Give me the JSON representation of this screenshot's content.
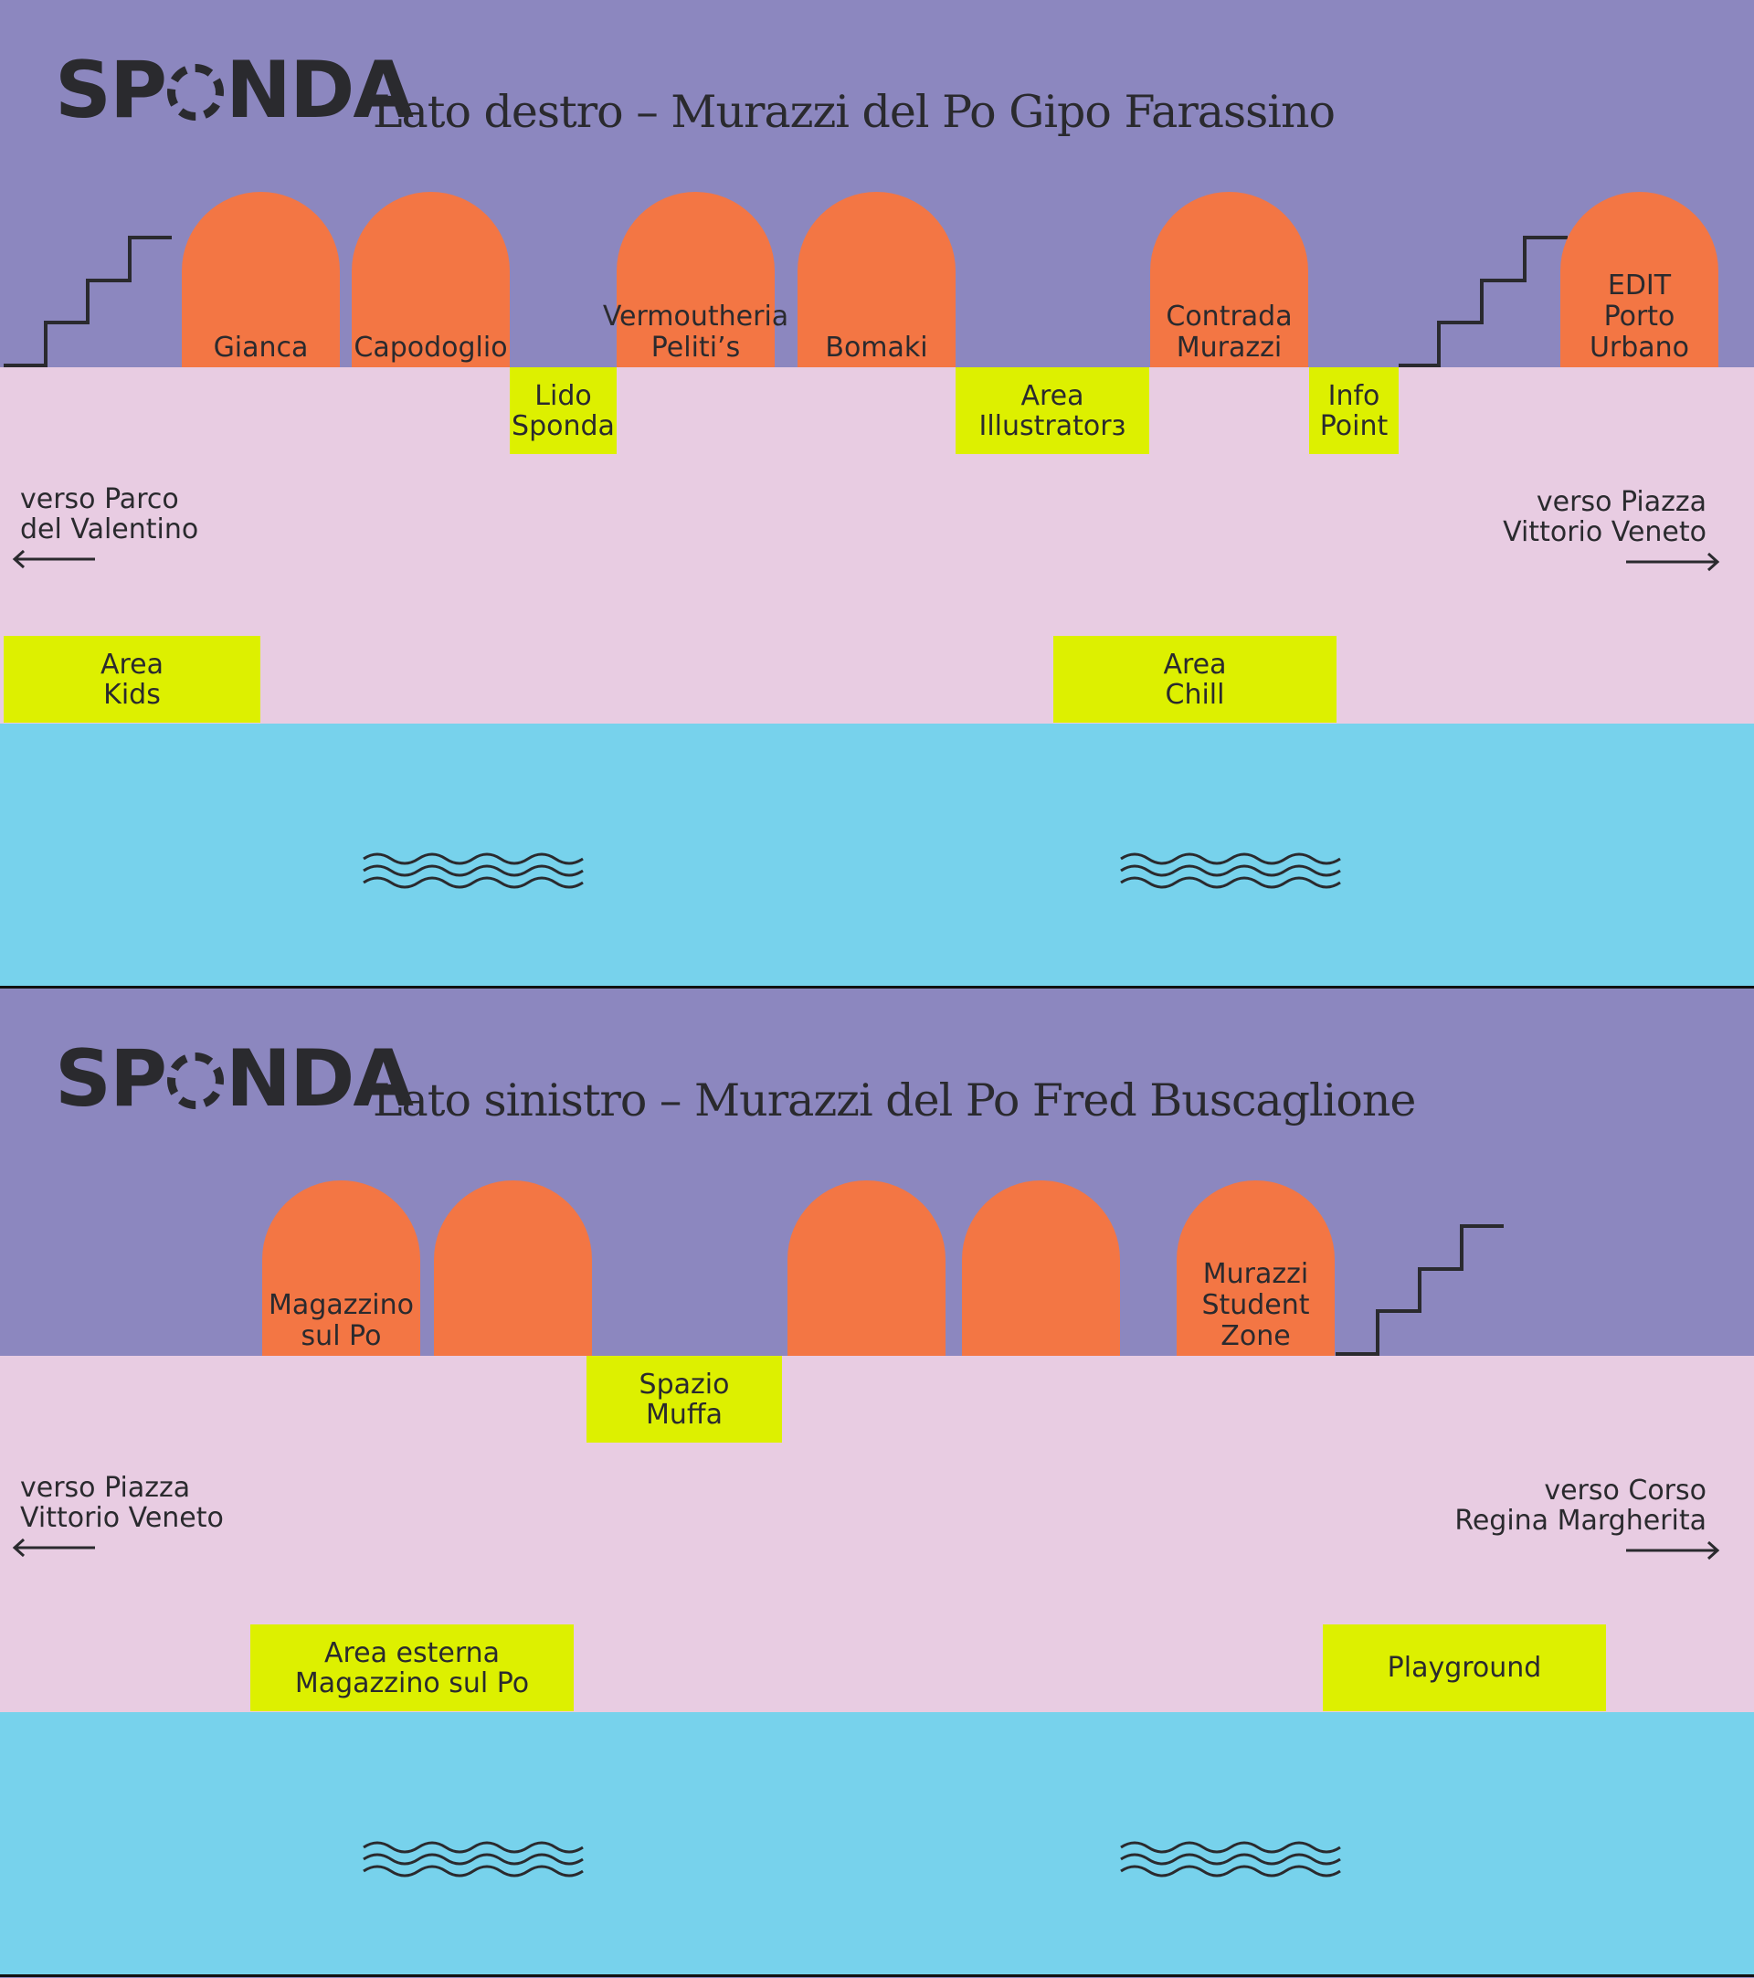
{
  "panels": [
    {
      "logo_pre": "SP",
      "logo_post": "NDA",
      "title": "Lato destro – Murazzi del Po Gipo Farassino",
      "arches": [
        {
          "label": "Gianca"
        },
        {
          "label": "Capodoglio"
        },
        {
          "label": "Vermoutheria\nPeliti’s"
        },
        {
          "label": "Bomaki"
        },
        {
          "label": "Contrada\nMurazzi"
        },
        {
          "label": "EDIT\nPorto Urbano"
        }
      ],
      "zones_top": [
        {
          "label": "Lido\nSponda"
        },
        {
          "label": "Area\nIllustratorз"
        },
        {
          "label": "Info\nPoint"
        }
      ],
      "zones_bottom": [
        {
          "label": "Area\nKids"
        },
        {
          "label": "Area\nChill"
        }
      ],
      "directions": [
        {
          "label": "verso Parco\ndel Valentino",
          "arrow": "left"
        },
        {
          "label": "verso Piazza\nVittorio Veneto",
          "arrow": "right"
        }
      ]
    },
    {
      "logo_pre": "SP",
      "logo_post": "NDA",
      "title": "Lato sinistro – Murazzi del Po Fred Buscaglione",
      "arches": [
        {
          "label": "Magazzino\nsul Po"
        },
        {
          "label": ""
        },
        {
          "label": ""
        },
        {
          "label": ""
        },
        {
          "label": "Murazzi\nStudent\nZone"
        }
      ],
      "zones_top": [
        {
          "label": "Spazio\nMuffa"
        }
      ],
      "zones_bottom": [
        {
          "label": "Area esterna\nMagazzino sul Po"
        },
        {
          "label": "Playground"
        }
      ],
      "directions": [
        {
          "label": "verso Piazza\nVittorio Veneto",
          "arrow": "left"
        },
        {
          "label": "verso Corso\nRegina Margherita",
          "arrow": "right"
        }
      ]
    }
  ],
  "colors": {
    "sky": "#8c87bf",
    "bank": "#e8cce2",
    "river": "#77d2ec",
    "arch": "#f37644",
    "zone": "#ddf000",
    "ink": "#2a2a2e"
  },
  "icons": [
    "staircase-icon",
    "wave-icon",
    "arrow-left-icon",
    "arrow-right-icon"
  ]
}
